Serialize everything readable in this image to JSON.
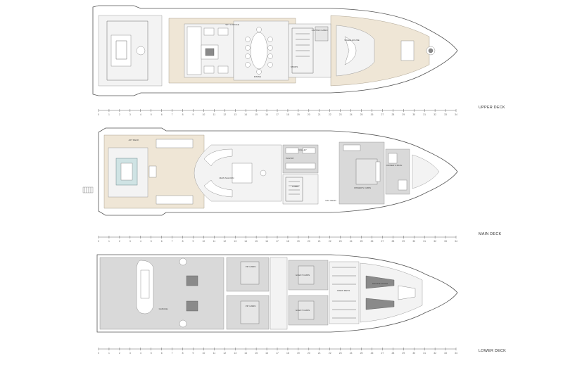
{
  "decks": [
    {
      "id": "upper",
      "label": "UPPER DECK",
      "rooms": [
        "SKY LOUNGE",
        "CAPTAIN CABIN",
        "WHEELHOUSE",
        "DINING",
        "STAIRS"
      ]
    },
    {
      "id": "main",
      "label": "MAIN DECK",
      "rooms": [
        "MAIN SALOON",
        "PANTRY",
        "GALLEY",
        "OWNER'S CABIN",
        "OWNER'S BATH",
        "LOBBY",
        "DAY HEAD",
        "AFT DECK"
      ]
    },
    {
      "id": "lower",
      "label": "LOWER DECK",
      "rooms": [
        "VIP CABIN",
        "VIP CABIN",
        "GUEST CABIN",
        "GUEST CABIN",
        "ENGINE ROOM",
        "GARAGE",
        "CREW MESS"
      ]
    }
  ],
  "ruler": {
    "start": 0,
    "end": 34
  },
  "colors": {
    "wood_floor": "#efe6d6",
    "grey_floor": "#d9d9d9",
    "pool": "#cfe3e4"
  }
}
